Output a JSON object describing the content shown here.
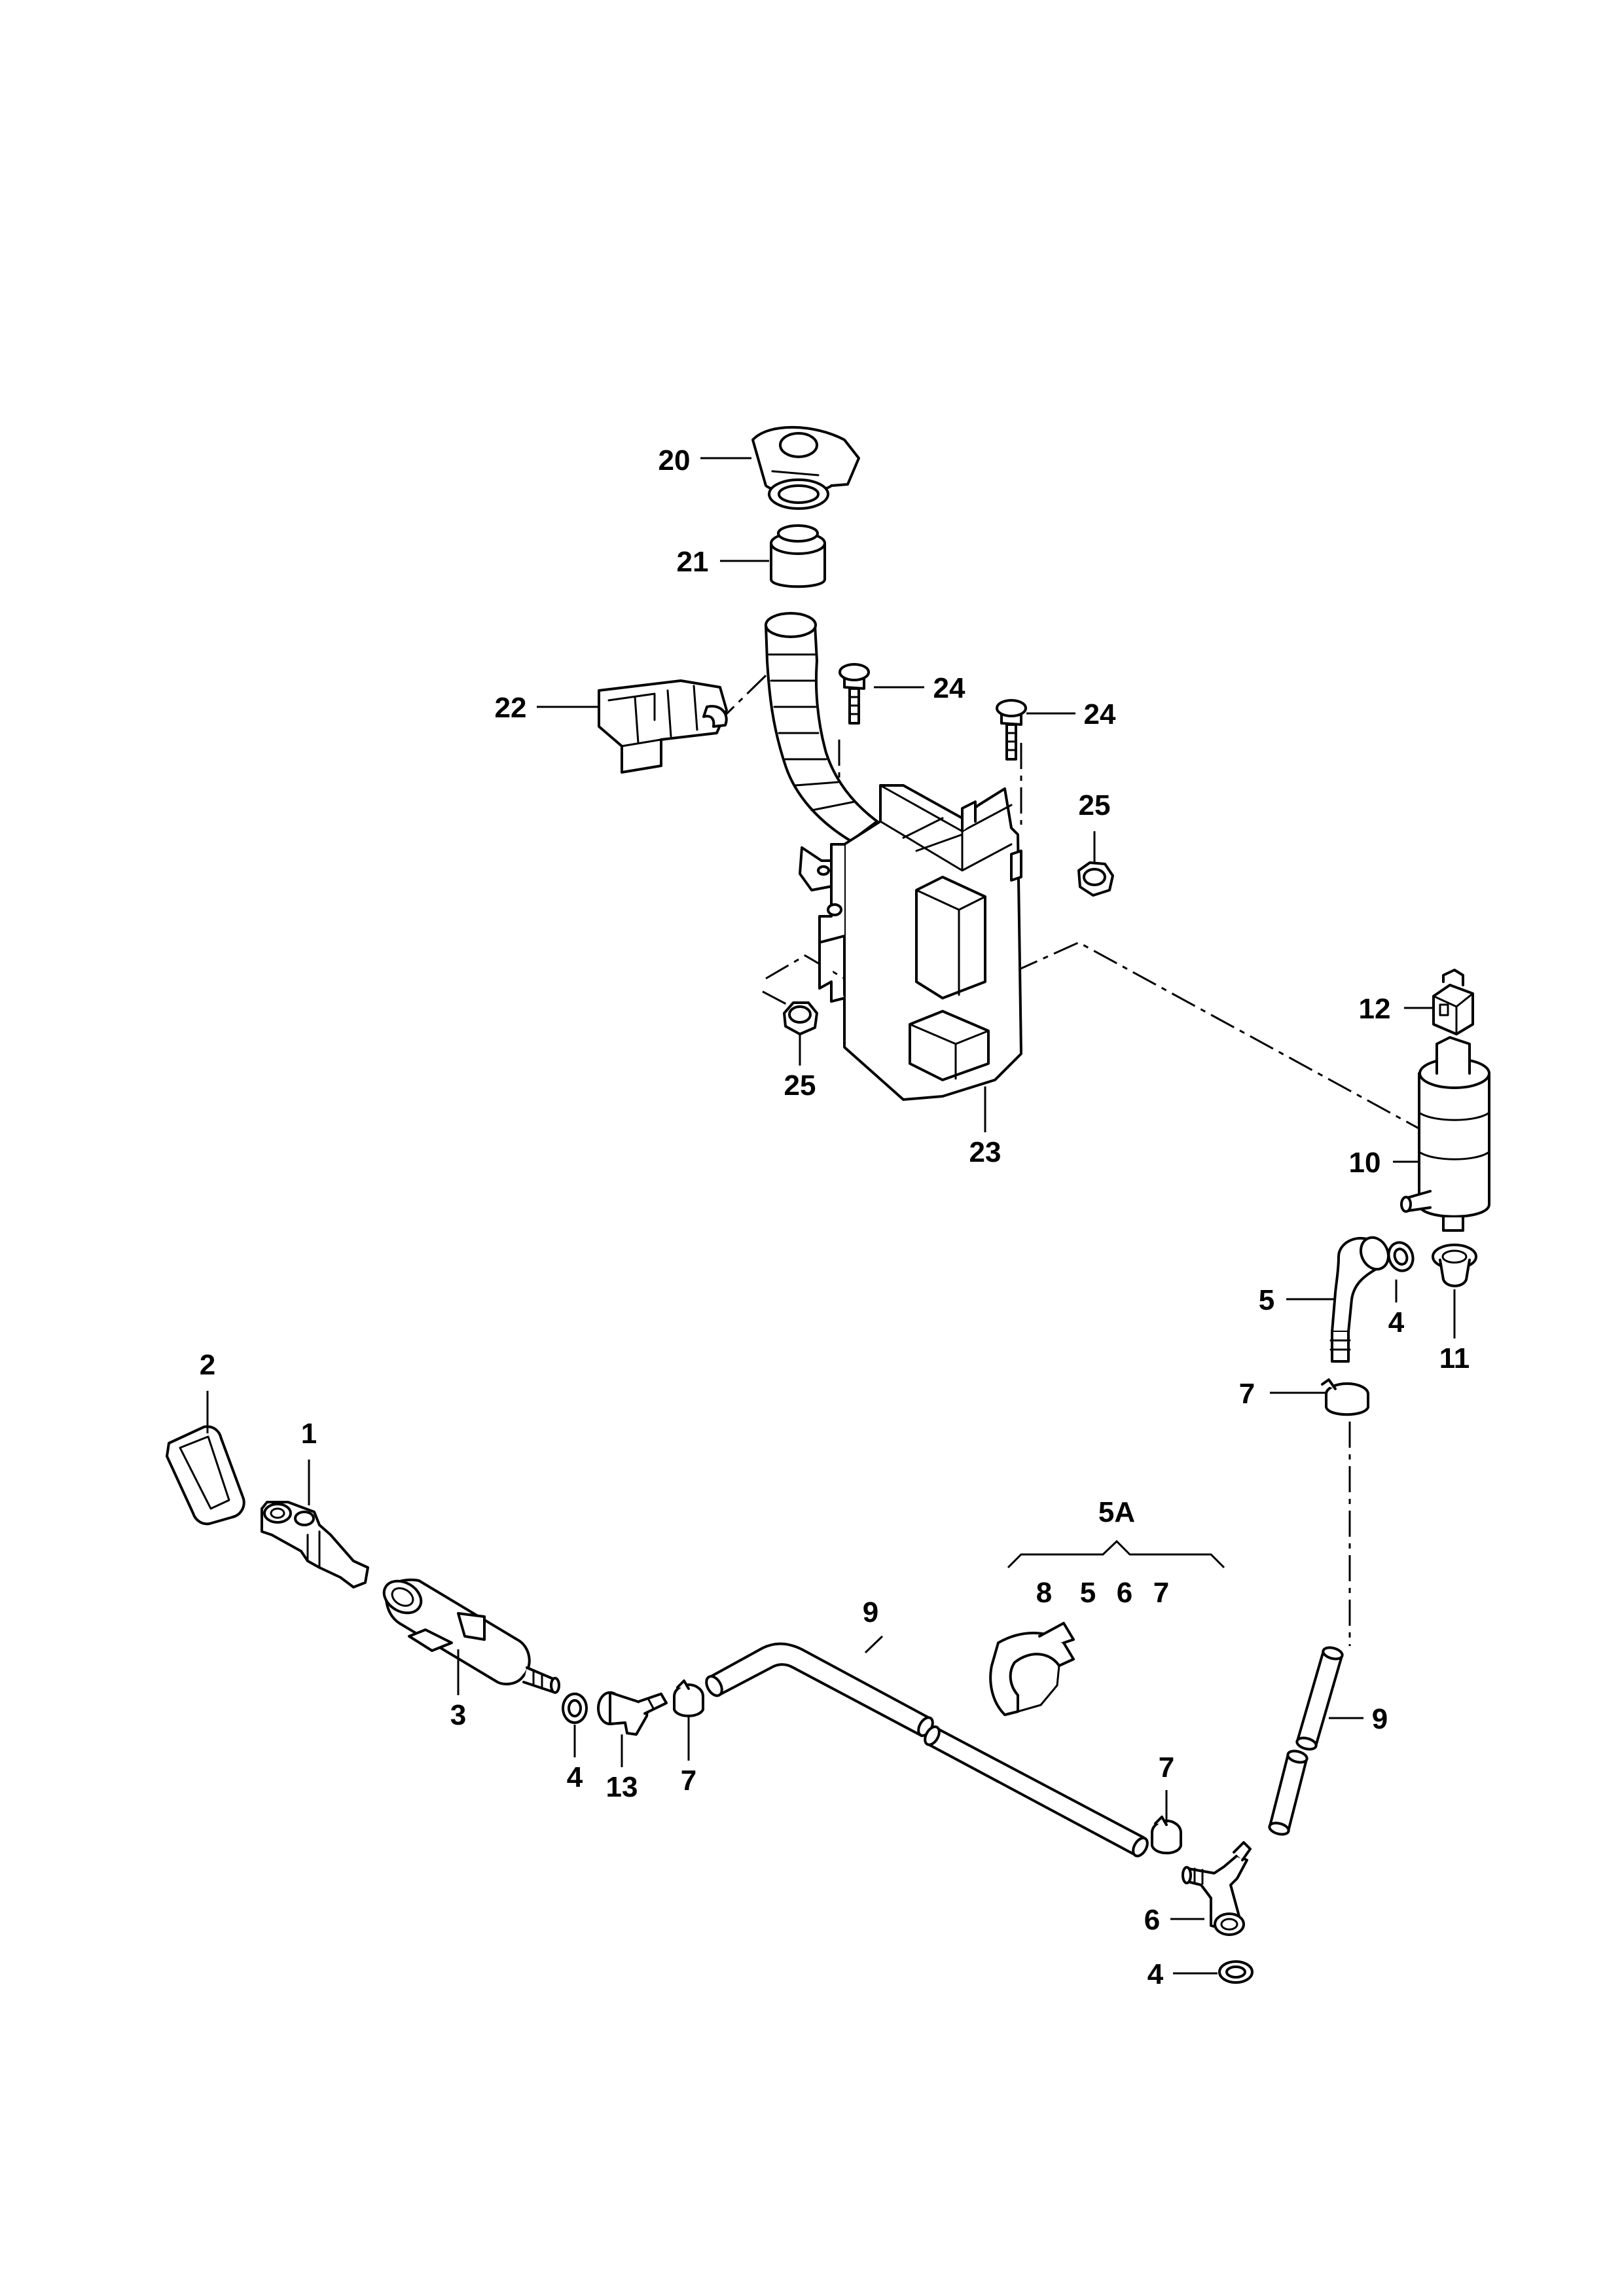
{
  "callouts": {
    "c20": "20",
    "c21": "21",
    "c22": "22",
    "c24a": "24",
    "c24b": "24",
    "c25a": "25",
    "c25b": "25",
    "c23": "23",
    "c12": "12",
    "c10": "10",
    "c5": "5",
    "c4a": "4",
    "c11": "11",
    "c7a": "7",
    "c2": "2",
    "c1": "1",
    "c5A": "5A",
    "c8": "8",
    "c5b": "5",
    "c6a": "6",
    "c7b": "7",
    "c9a": "9",
    "c3": "3",
    "c4b": "4",
    "c13": "13",
    "c7c": "7",
    "c9b": "9",
    "c7d": "7",
    "c6b": "6",
    "c4c": "4"
  }
}
